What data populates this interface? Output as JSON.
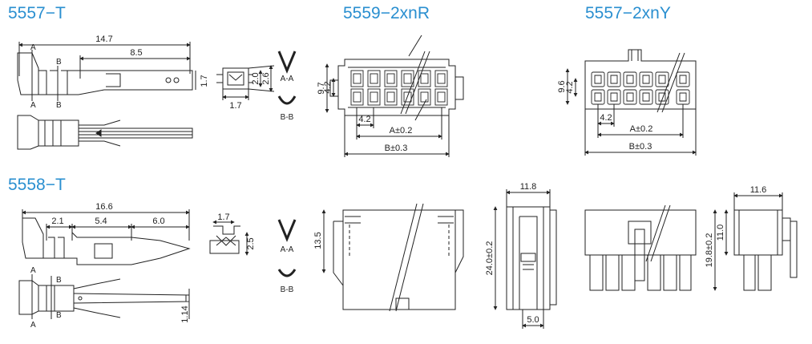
{
  "titles": {
    "t5557": "5557−T",
    "t5559": "5559−2xnR",
    "t5557n": "5557−2xnY",
    "t5558": "5558−T"
  },
  "colors": {
    "title": "#2a8fd0",
    "line": "#222222"
  },
  "terminal_5557": {
    "overall": "14.7",
    "crimp": "8.5",
    "height": "1.7",
    "sec_a": "A",
    "sec_b": "B",
    "cs_w": "1.7",
    "cs_h1": "2.0",
    "cs_h2": "2.6",
    "label_aa": "A-A",
    "label_bb": "B-B"
  },
  "terminal_5558": {
    "overall": "16.6",
    "d1": "2.1",
    "d2": "5.4",
    "d3": "6.0",
    "height": "1.14",
    "sec_a": "A",
    "sec_b": "B",
    "cs_w": "1.7",
    "cs_h": "2.5",
    "label_aa": "A-A",
    "label_bb": "B-B"
  },
  "housing_5559": {
    "pitch": "4.2",
    "row_pitch": "4.2",
    "height": "9.7",
    "dim_a": "A±0.2",
    "dim_b": "B±0.3",
    "side_h": "13.5",
    "side_w": "11.8",
    "side_total": "24.0±0.2",
    "side_base": "5.0"
  },
  "housing_5557": {
    "pitch": "4.2",
    "row_pitch": "4.2",
    "height": "9.6",
    "dim_a": "A±0.2",
    "dim_b": "B±0.3",
    "side_w": "11.6",
    "side_h": "11.0",
    "side_total": "19.8±0.2"
  }
}
